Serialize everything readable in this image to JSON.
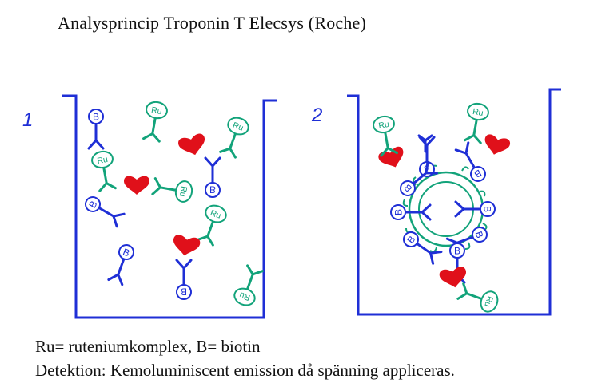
{
  "title": "Analysprincip Troponin T Elecsys (Roche)",
  "panels": [
    {
      "number": "1"
    },
    {
      "number": "2"
    }
  ],
  "labels": {
    "ruthenium": "Ru",
    "biotin": "B"
  },
  "caption": {
    "line1": "Ru= ruteniumkomplex, B= biotin",
    "line2": "Detektion: Kemoluminiscent emission då spänning appliceras."
  },
  "colors": {
    "blue": "#1f2fd6",
    "green": "#12a37a",
    "red": "#e0101a",
    "text": "#111111"
  }
}
